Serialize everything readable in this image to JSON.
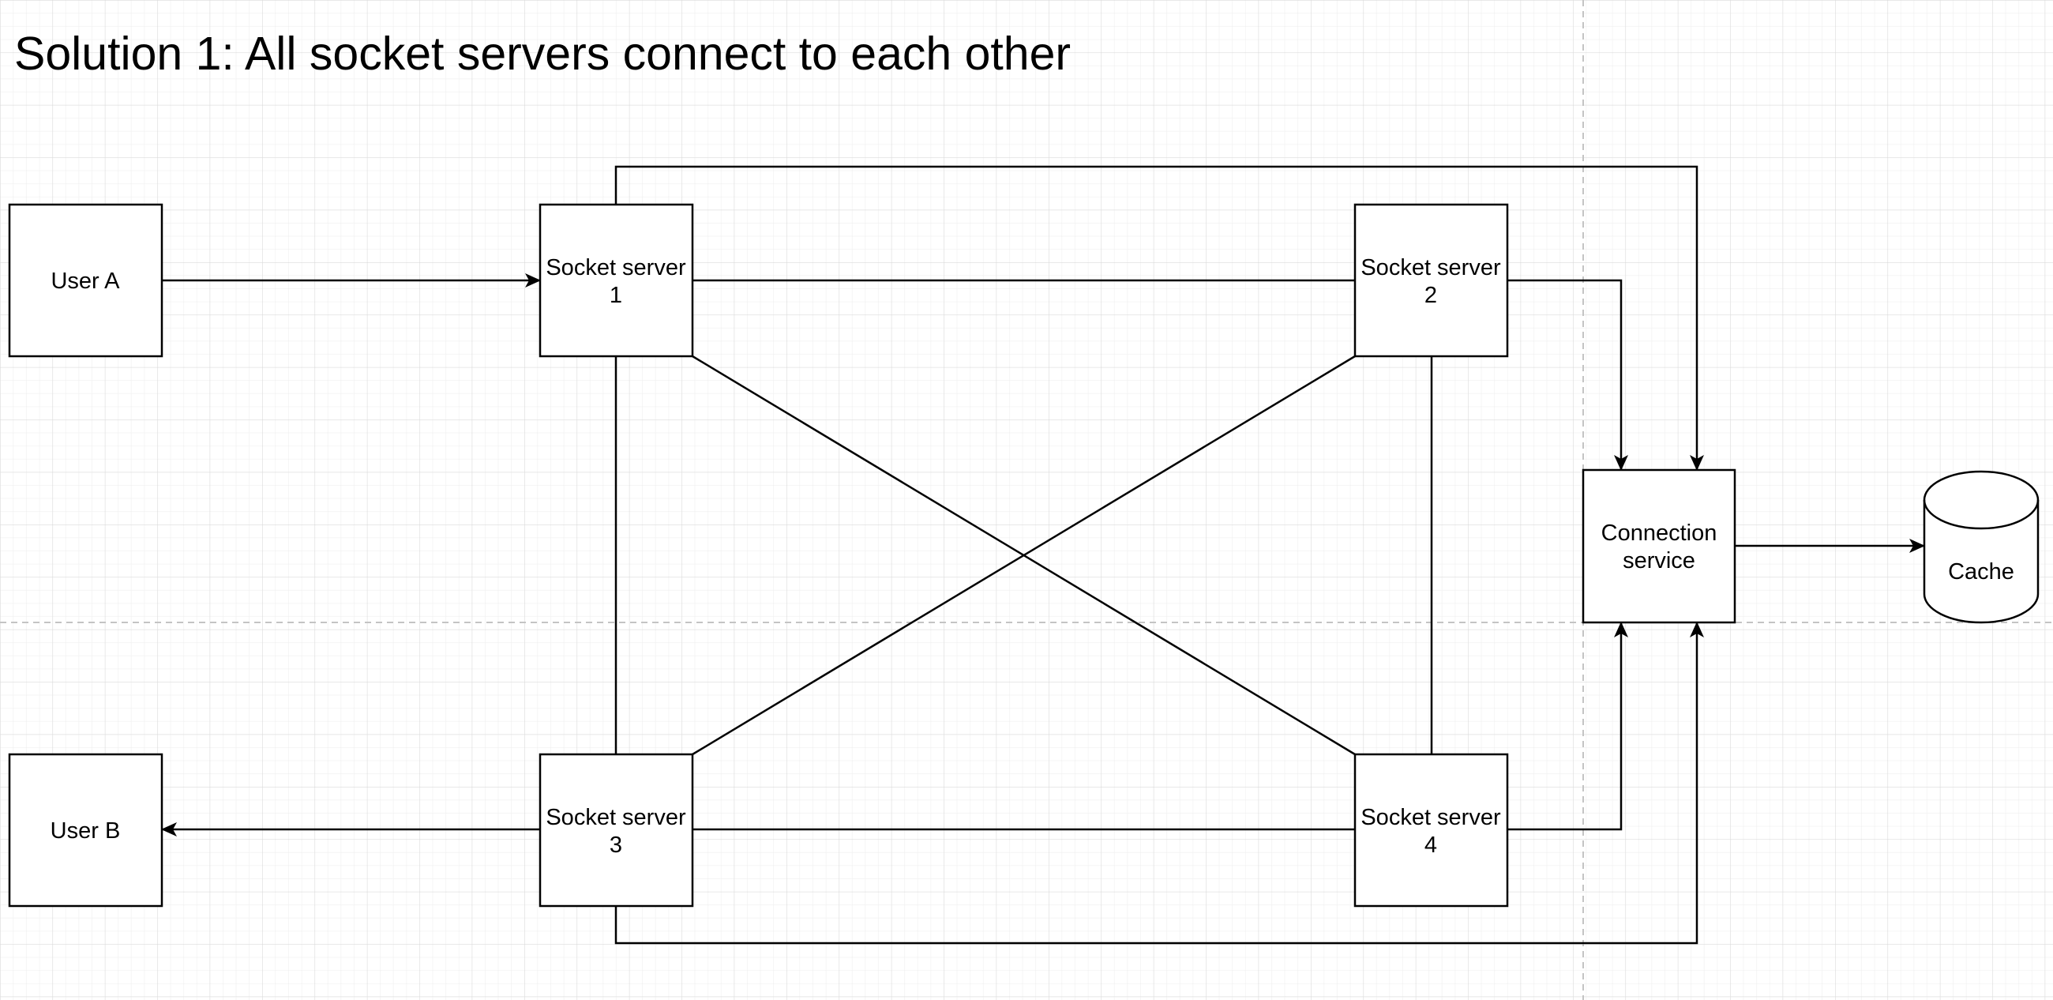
{
  "title": "Solution 1: All socket servers connect to each other",
  "nodes": {
    "user_a": "User A",
    "user_b": "User B",
    "socket_server_1": [
      "Socket server",
      "1"
    ],
    "socket_server_2": [
      "Socket server",
      "2"
    ],
    "socket_server_3": [
      "Socket server",
      "3"
    ],
    "socket_server_4": [
      "Socket server",
      "4"
    ],
    "connection_service": [
      "Connection",
      "service"
    ],
    "cache": "Cache"
  },
  "colors": {
    "background": "#ffffff",
    "grid_minor": "#e9e9e9",
    "grid_major": "#d7d7d7",
    "page_break": "#c9c9c9",
    "stroke": "#000000"
  }
}
